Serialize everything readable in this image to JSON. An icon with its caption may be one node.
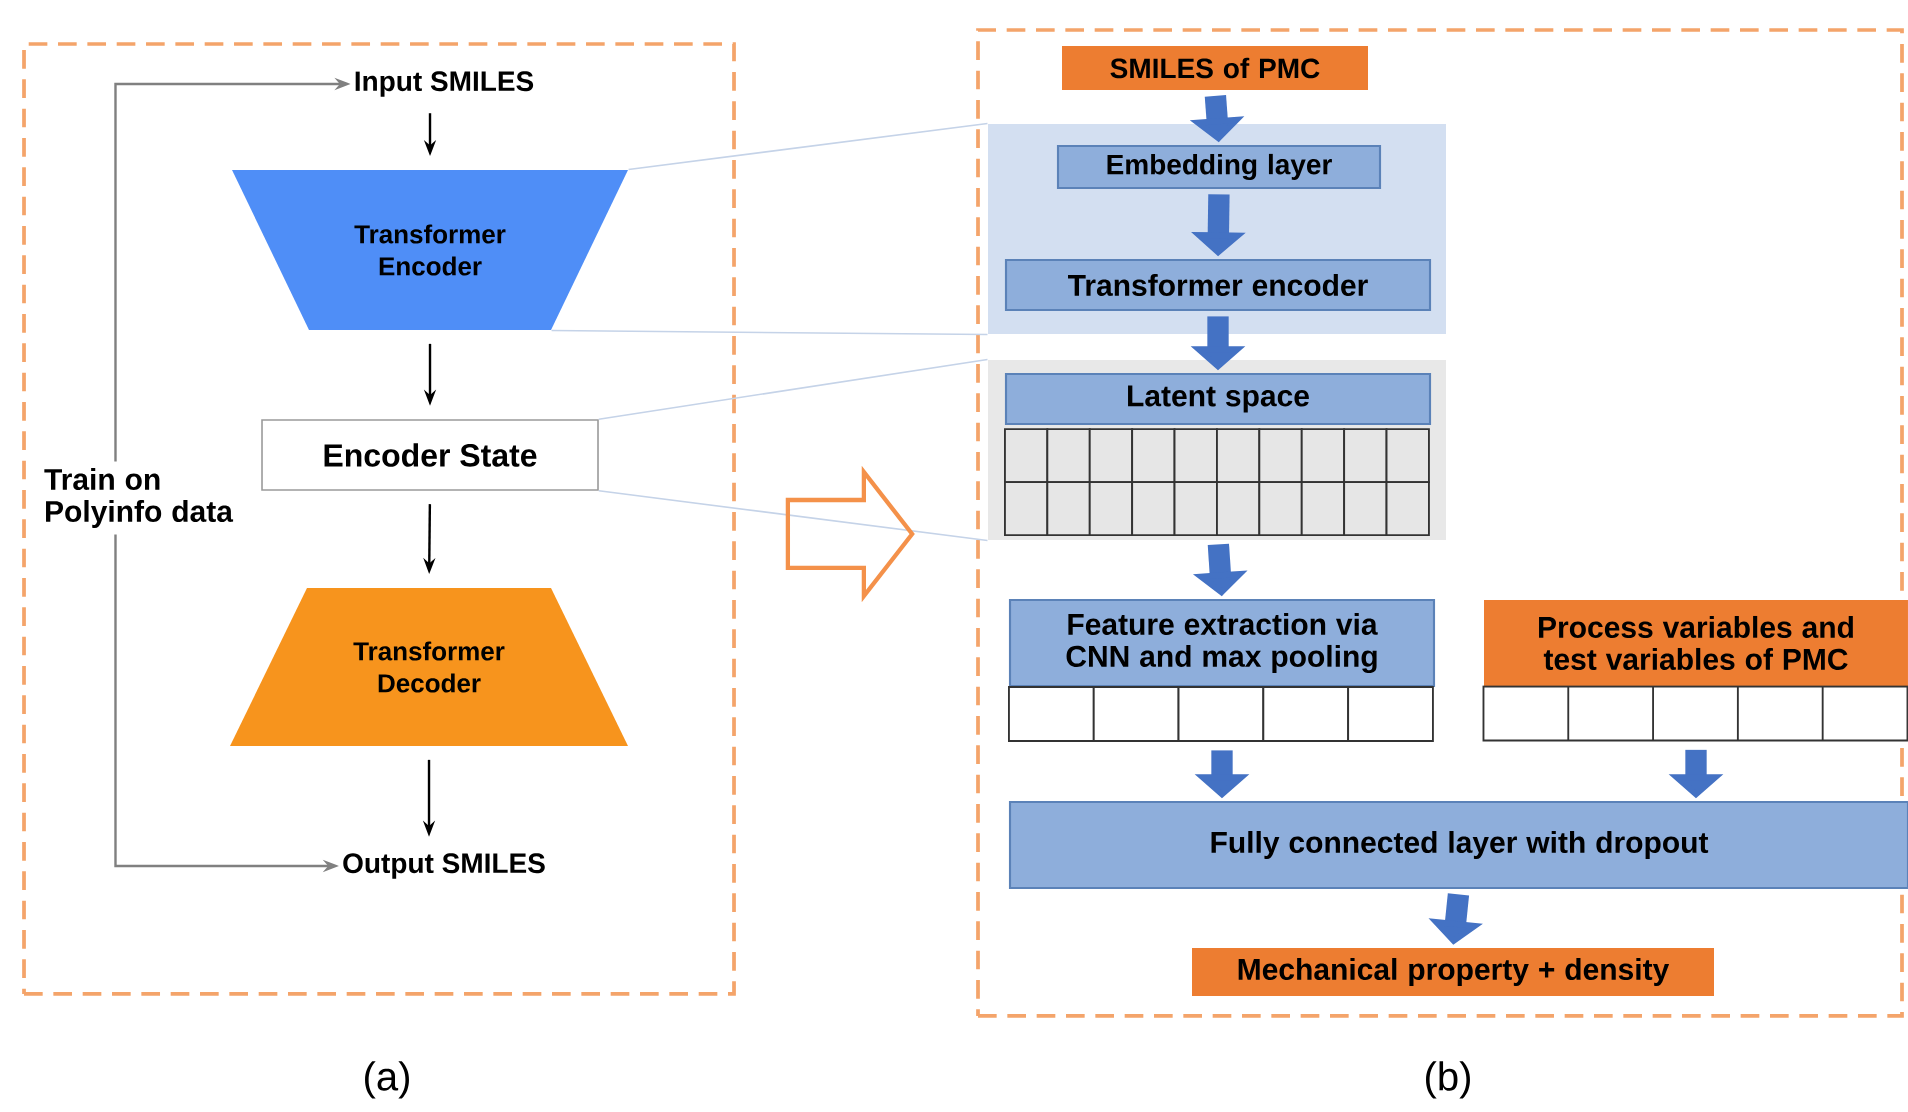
{
  "diagram": {
    "nodes": [
      {
        "text": [],
        "shape": "box",
        "beside": [
          "(a)"
        ]
      },
      {
        "text": [
          "Input SMILES"
        ],
        "in": 0
      },
      {
        "text": [
          "Transformer Encoder"
        ],
        "in": 0
      },
      {
        "text": [
          "Encoder State"
        ],
        "in": 0
      },
      {
        "text": [
          "Transformer Decoder"
        ],
        "in": 0
      },
      {
        "text": [
          "Output SMILES"
        ],
        "in": 0
      },
      {
        "text": [
          "Train on Polyinfo data"
        ],
        "in": 0
      },
      {
        "text": [],
        "shape": "box",
        "beside": [
          "(b)"
        ]
      },
      {
        "text": [
          "SMILES of PMC"
        ],
        "in": 7
      },
      {
        "text": [],
        "shape": "box",
        "in": 7
      },
      {
        "text": [
          "Embedding layer"
        ],
        "in": 9
      },
      {
        "text": [
          "Transformer encoder"
        ],
        "in": 9
      },
      {
        "text": [],
        "shape": "box",
        "in": 7
      },
      {
        "text": [
          "Latent space"
        ],
        "in": 12
      },
      {
        "text": [
          "Feature extraction via CNN and max pooling"
        ],
        "in": 7
      },
      {
        "text": [
          "Process variables and test variables of PMC"
        ],
        "in": 7
      },
      {
        "text": [
          "Fully connected layer with dropout"
        ],
        "in": 7
      },
      {
        "text": [
          "Mechanical property + density"
        ],
        "in": 7
      }
    ],
    "edges": [
      {
        "from": 1,
        "to": 2,
        "arrow": "to",
        "color": "#000000"
      },
      {
        "from": 2,
        "to": 3,
        "arrow": "to",
        "color": "#000000"
      },
      {
        "from": 3,
        "to": 4,
        "arrow": "to",
        "color": "#000000"
      },
      {
        "from": 4,
        "to": 5,
        "arrow": "to",
        "color": "#000000"
      },
      {
        "from": 6,
        "to": 1,
        "arrow": "to",
        "color": "#808080"
      },
      {
        "from": 6,
        "to": 5,
        "arrow": "to",
        "color": "#808080"
      },
      {
        "from": 2,
        "to": 9,
        "arrow": "none",
        "color": "#c5d3e8"
      },
      {
        "from": 2,
        "to": 9,
        "arrow": "none",
        "color": "#c5d3e8"
      },
      {
        "from": 3,
        "to": 12,
        "arrow": "none",
        "color": "#c5d3e8"
      },
      {
        "from": 3,
        "to": 12,
        "arrow": "none",
        "color": "#c5d3e8"
      },
      {
        "from": 0,
        "to": 7,
        "arrow": "to",
        "color": "#f4914a"
      },
      {
        "from": 8,
        "to": 10,
        "arrow": "to",
        "style": "thick",
        "color": "#4472c4"
      },
      {
        "from": 10,
        "to": 11,
        "arrow": "to",
        "style": "thick",
        "color": "#4472c4"
      },
      {
        "from": 11,
        "to": 13,
        "arrow": "to",
        "style": "thick",
        "color": "#4472c4"
      },
      {
        "from": 13,
        "to": 14,
        "arrow": "to",
        "style": "thick",
        "color": "#4472c4"
      },
      {
        "from": 14,
        "to": 16,
        "arrow": "to",
        "style": "thick",
        "color": "#4472c4"
      },
      {
        "from": 15,
        "to": 16,
        "arrow": "to",
        "style": "thick",
        "color": "#4472c4"
      },
      {
        "from": 16,
        "to": 17,
        "arrow": "to",
        "style": "thick",
        "color": "#4472c4"
      }
    ]
  }
}
